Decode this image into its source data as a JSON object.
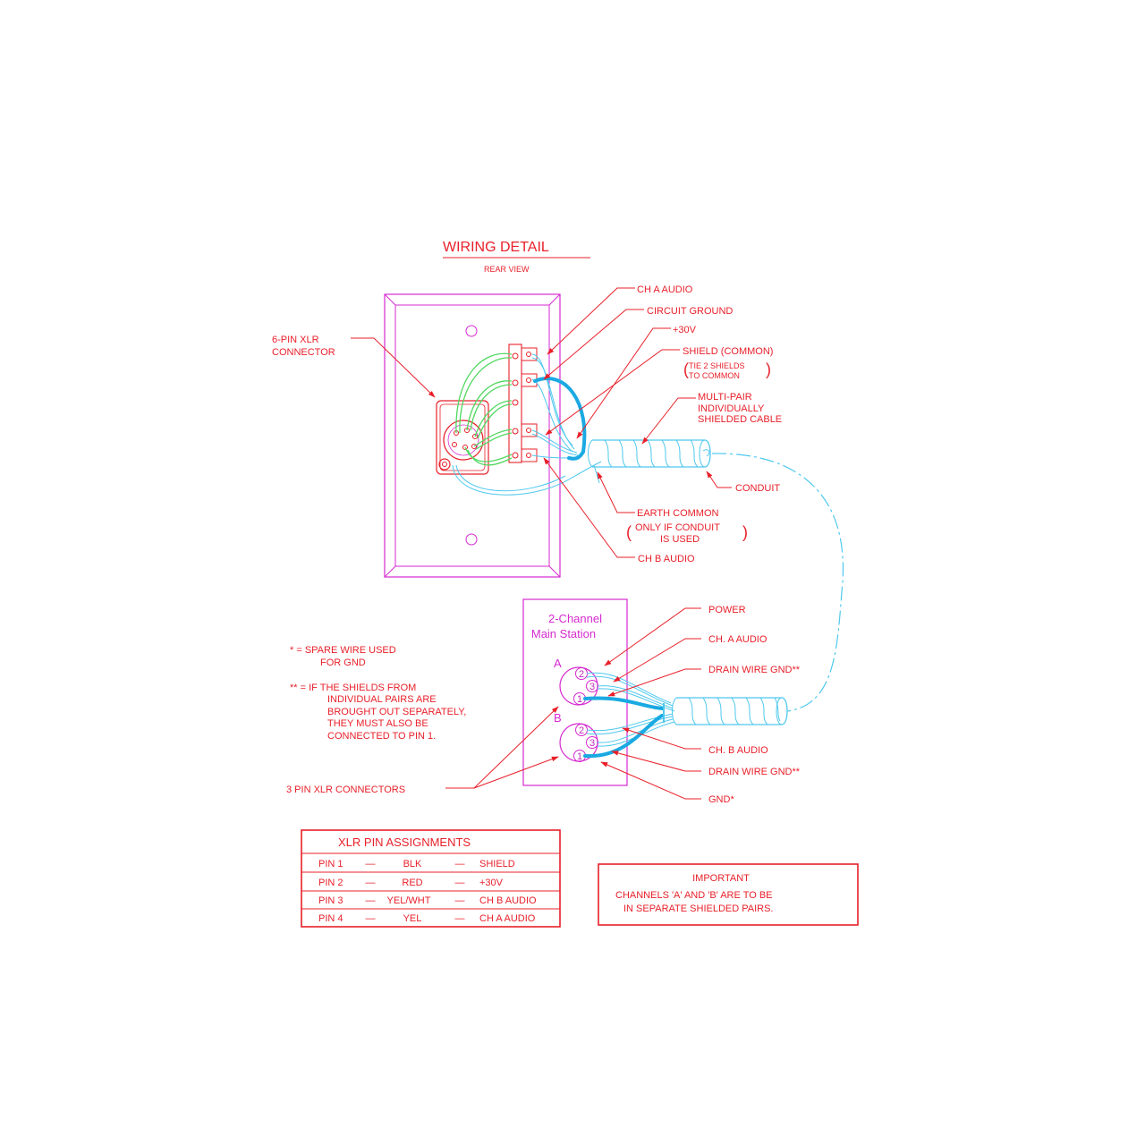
{
  "title": "WIRING DETAIL",
  "subtitle": "REAR VIEW",
  "labels": {
    "xlr6_line1": "6-PIN XLR",
    "xlr6_line2": "CONNECTOR",
    "ch_a_audio": "CH A AUDIO",
    "circuit_ground": "CIRCUIT GROUND",
    "plus30v": "+30V",
    "shield_common": "SHIELD (COMMON)",
    "tie_shields_1": "TIE 2 SHIELDS",
    "tie_shields_2": "TO COMMON",
    "multipair_1": "MULTI-PAIR",
    "multipair_2": "INDIVIDUALLY",
    "multipair_3": "SHIELDED CABLE",
    "conduit": "CONDUIT",
    "earth_common": "EARTH COMMON",
    "only_if_1": "ONLY IF CONDUIT",
    "only_if_2": "IS USED",
    "ch_b_audio": "CH B AUDIO",
    "station_1": "2-Channel",
    "station_2": "Main Station",
    "group_a": "A",
    "group_b": "B",
    "power": "POWER",
    "ch_a_audio_2": "CH. A AUDIO",
    "drain_gnd_1": "DRAIN WIRE GND**",
    "ch_b_audio_2": "CH. B AUDIO",
    "drain_gnd_2": "DRAIN WIRE GND**",
    "gnd": "GND*",
    "note1_1": "* = SPARE WIRE USED",
    "note1_2": "FOR GND",
    "note2_1": "** = IF THE SHIELDS FROM",
    "note2_2": "INDIVIDUAL PAIRS ARE",
    "note2_3": "BROUGHT OUT SEPARATELY,",
    "note2_4": "THEY MUST ALSO BE",
    "note2_5": "CONNECTED TO PIN 1.",
    "xlr3": "3 PIN XLR CONNECTORS",
    "pin_1": "1",
    "pin_2": "2",
    "pin_3": "3"
  },
  "pin_table": {
    "title": "XLR PIN ASSIGNMENTS",
    "dash": "—",
    "rows": [
      {
        "pin": "PIN 1",
        "color": "BLK",
        "function": "SHIELD"
      },
      {
        "pin": "PIN 2",
        "color": "RED",
        "function": "+30V"
      },
      {
        "pin": "PIN 3",
        "color": "YEL/WHT",
        "function": "CH B AUDIO"
      },
      {
        "pin": "PIN 4",
        "color": "YEL",
        "function": "CH A AUDIO"
      }
    ]
  },
  "important": {
    "title": "IMPORTANT",
    "line1": "CHANNELS 'A' AND 'B' ARE TO BE",
    "line2": "IN SEPARATE SHIELDED PAIRS."
  }
}
